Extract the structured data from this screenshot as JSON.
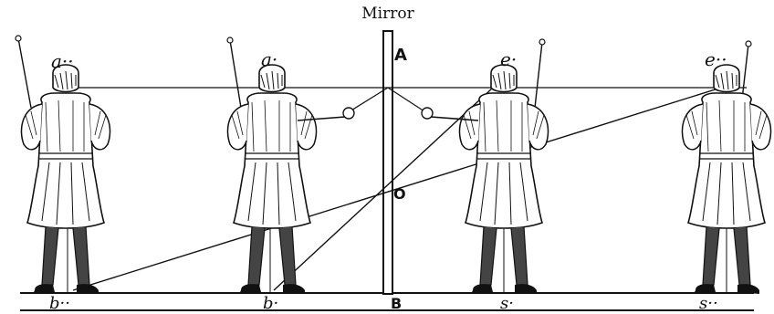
{
  "title": "Mirror",
  "labels": {
    "a_double": "a··",
    "a_single": "a·",
    "A": "A",
    "e_single": "e·",
    "e_double": "e··",
    "O": "O",
    "b_double": "b··",
    "b_single": "b·",
    "B": "B",
    "s_single": "s·",
    "s_double": "s··"
  }
}
